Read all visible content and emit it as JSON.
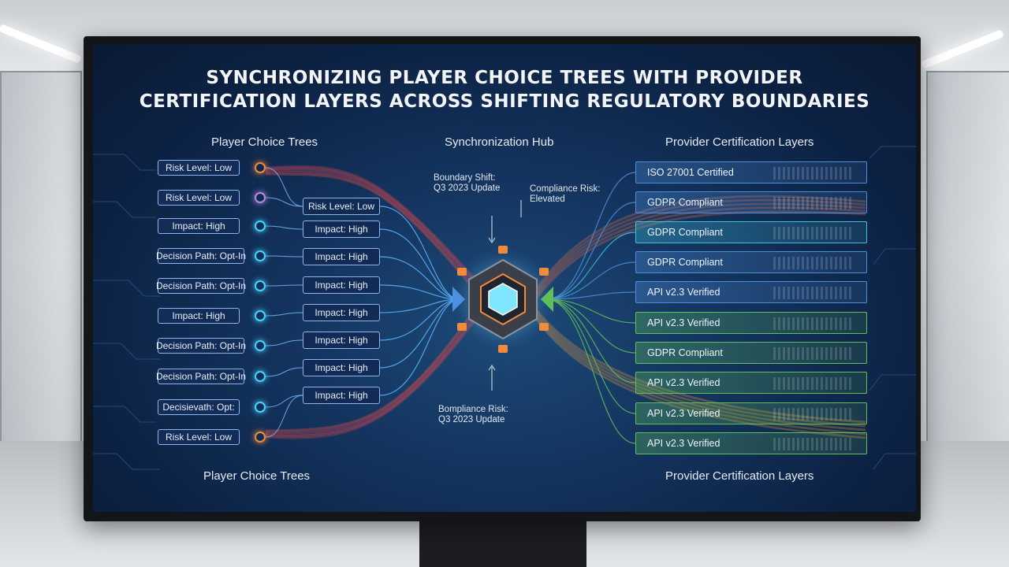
{
  "title": {
    "line1": "SYNCHRONIZING PLAYER CHOICE TREES WITH PROVIDER",
    "line2": "CERTIFICATION LAYERS ACROSS SHIFTING REGULATORY BOUNDARIES"
  },
  "headings": {
    "left_top": "Player Choice Trees",
    "center_top": "Synchronization Hub",
    "right_top": "Provider Certification Layers",
    "left_bottom": "Player Choice Trees",
    "right_bottom": "Provider Certification Layers"
  },
  "left_nodes": [
    {
      "label": "Risk Level: Low",
      "color": "#f08a3c"
    },
    {
      "label": "Risk Level: Low",
      "color": "#b48ce0"
    },
    {
      "label": "Impact: High",
      "color": "#48d3ff"
    },
    {
      "label": "Decision Path: Opt-In",
      "color": "#48d3ff"
    },
    {
      "label": "Decision Path: Opt-In",
      "color": "#48d3ff"
    },
    {
      "label": "Impact: High",
      "color": "#48d3ff"
    },
    {
      "label": "Decision Path: Opt-In",
      "color": "#48d3ff"
    },
    {
      "label": "Decision Path: Opt-In",
      "color": "#48d3ff"
    },
    {
      "label": "Decisievath: Opt:",
      "color": "#48d3ff"
    },
    {
      "label": "Risk Level: Low",
      "color": "#f08a3c"
    }
  ],
  "mid_nodes": [
    "Risk Level: Low",
    "Impact: High",
    "Impact: High",
    "Impact: High",
    "Impact: High",
    "Impact: High",
    "Impact: High",
    "Impact: High"
  ],
  "right_nodes": [
    {
      "label": "ISO 27001 Certified",
      "color": "#4f8fd8"
    },
    {
      "label": "GDPR Compliant",
      "color": "#4f8fd8"
    },
    {
      "label": "GDPR Compliant",
      "color": "#3fc0d8"
    },
    {
      "label": "GDPR Compliant",
      "color": "#4f8fd8"
    },
    {
      "label": "API v2.3 Verified",
      "color": "#4f8fd8"
    },
    {
      "label": "API v2.3 Verified",
      "color": "#5fbf5a"
    },
    {
      "label": "GDPR Compliant",
      "color": "#5fbf5a"
    },
    {
      "label": "API v2.3 Verified",
      "color": "#5fbf5a"
    },
    {
      "label": "API v2.3 Verified",
      "color": "#5fbf5a"
    },
    {
      "label": "API v2.3 Verified",
      "color": "#5fbf5a"
    }
  ],
  "annotations": {
    "boundary_shift": {
      "line1": "Boundary Shift:",
      "line2": "Q3 2023 Update"
    },
    "compliance_risk": {
      "line1": "Compliance Risk:",
      "line2": "Elevated"
    },
    "bottom_note": {
      "line1": "Bompliance Risk:",
      "line2": "Q3 2023 Update"
    }
  },
  "hub": {
    "icon": "hexagon-hub-icon"
  },
  "colors": {
    "background": "#0c2142",
    "accent_orange": "#f08a3c",
    "accent_red": "#d8424e",
    "accent_blue": "#48d3ff",
    "accent_green": "#5fbf5a"
  }
}
